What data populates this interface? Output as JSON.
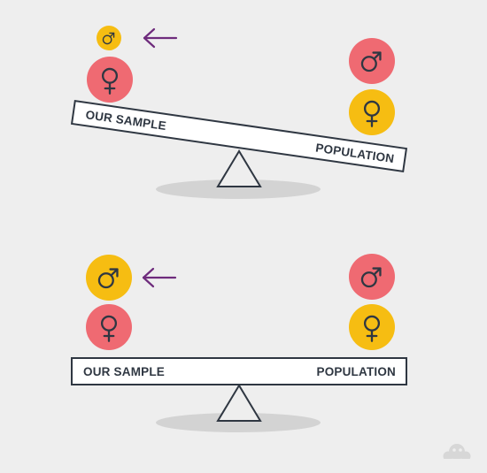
{
  "colors": {
    "background": "#eeeeee",
    "pink": "#ef6a72",
    "yellow": "#f6bd12",
    "arrow": "#6e2b7c",
    "ink": "#2f3742",
    "beam_fill": "#ffffff",
    "shadow": "#d3d3d3",
    "logo": "#d7d7d7"
  },
  "icons": {
    "male": "male-symbol-icon",
    "female": "female-symbol-icon",
    "arrow": "arrow-left-icon",
    "logo": "logo-icon"
  },
  "scale_unbalanced": {
    "left_label": "OUR SAMPLE",
    "right_label": "POPULATION",
    "state": "tilted"
  },
  "scale_balanced": {
    "left_label": "OUR SAMPLE",
    "right_label": "POPULATION",
    "state": "level"
  }
}
